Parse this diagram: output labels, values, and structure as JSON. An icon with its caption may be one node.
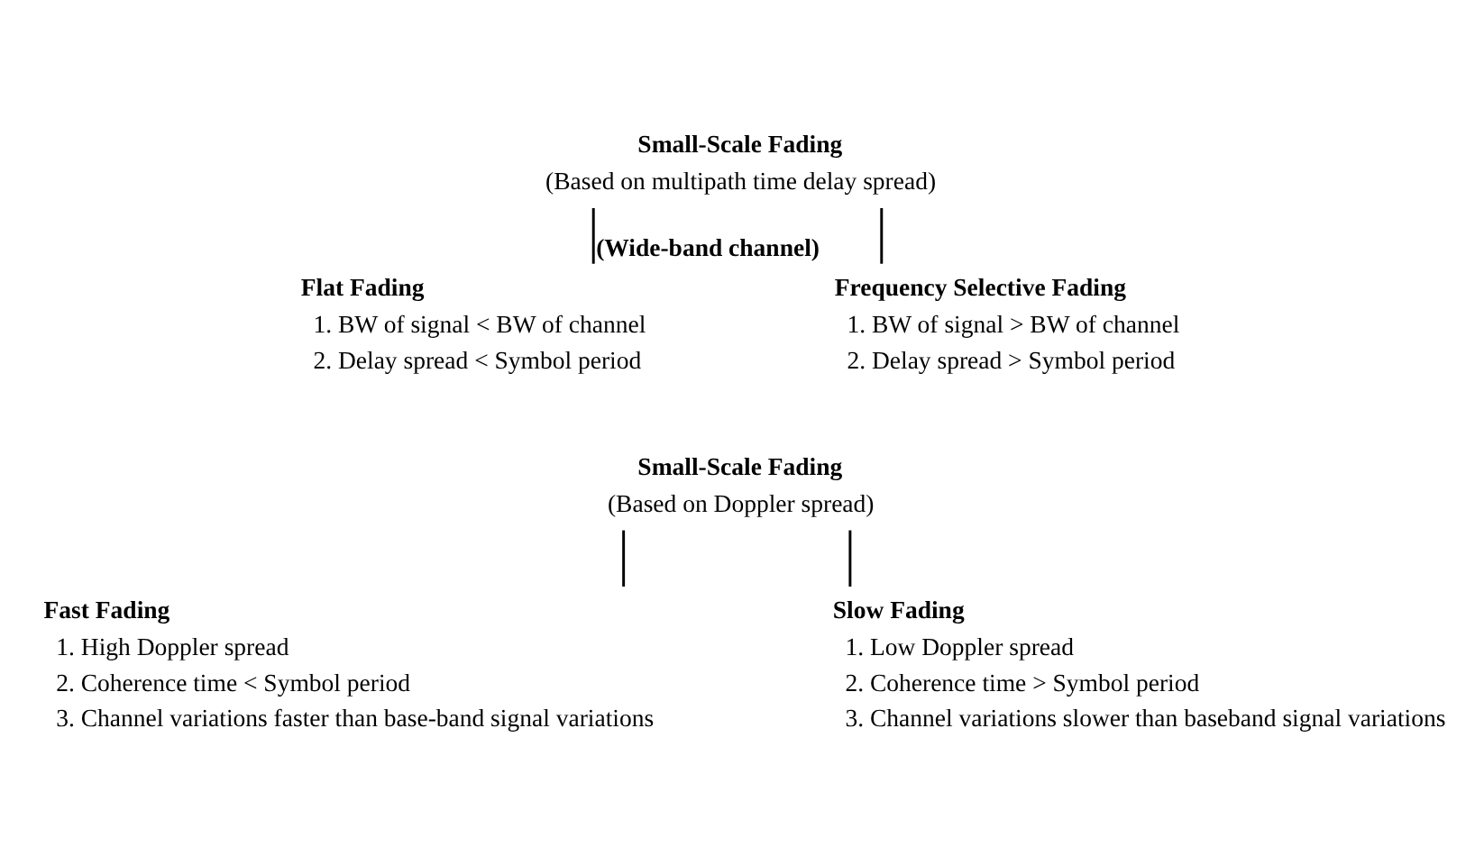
{
  "diagram": {
    "nodes": [
      {
        "text": [
          "Small-Scale Fading",
          "(Based on multipath time delay spread)"
        ]
      },
      {
        "text": [
          "Flat Fading",
          "1. BW of signal < BW of channel",
          "2. Delay spread < Symbol period"
        ]
      },
      {
        "text": [
          "Frequency Selective Fading",
          "1. BW of signal > BW of channel",
          "2. Delay spread > Symbol period"
        ],
        "beside": [
          "(Wide-band channel)"
        ]
      },
      {
        "text": [
          "Small-Scale Fading",
          "(Based on Doppler spread)"
        ]
      },
      {
        "text": [
          "Fast Fading",
          "1. High Doppler spread",
          "2. Coherence time < Symbol period",
          "3. Channel variations faster than base-band signal variations"
        ]
      },
      {
        "text": [
          "Slow Fading",
          "1. Low Doppler spread",
          "2. Coherence time > Symbol period",
          "3. Channel variations slower than baseband signal variations"
        ]
      }
    ],
    "edges": [
      {
        "from": 0,
        "to": 1,
        "arrow": "none"
      },
      {
        "from": 0,
        "to": 2,
        "arrow": "none"
      },
      {
        "from": 3,
        "to": 4,
        "arrow": "none"
      },
      {
        "from": 3,
        "to": 5,
        "arrow": "none"
      }
    ]
  }
}
